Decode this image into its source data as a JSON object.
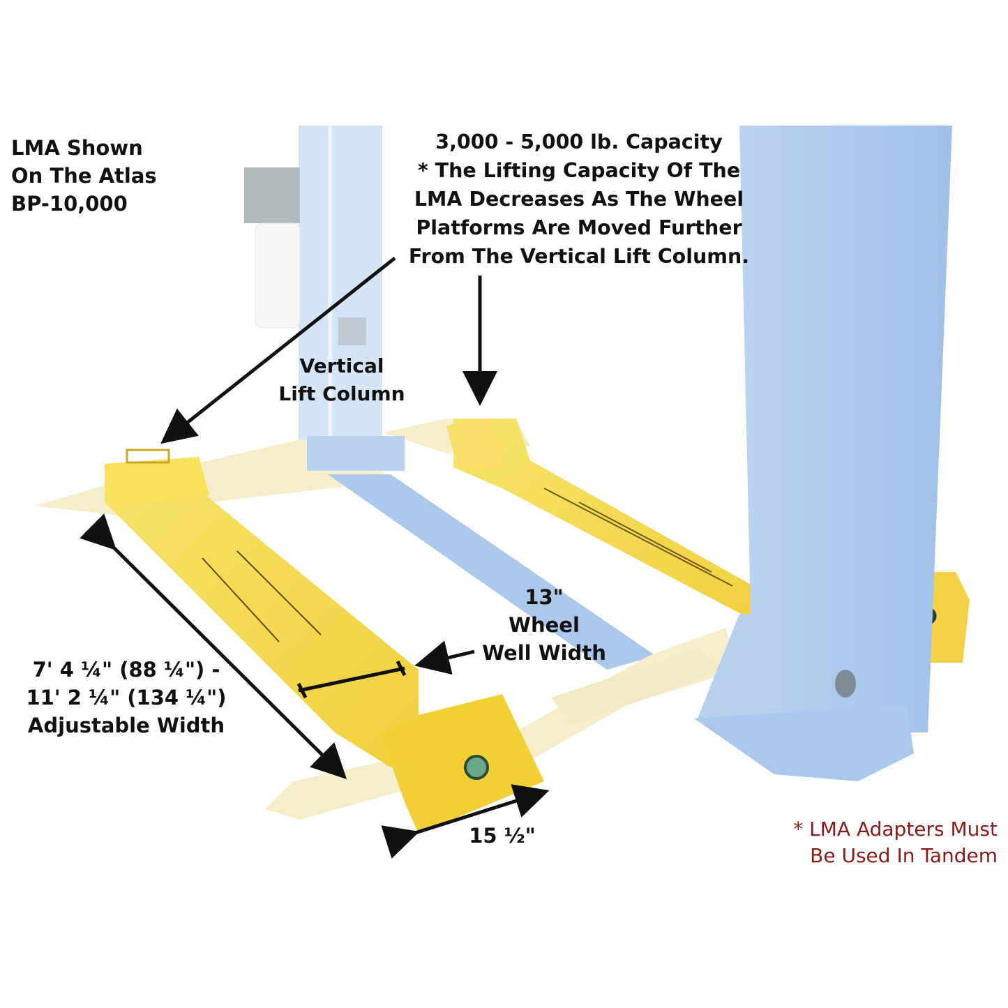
{
  "diagram": {
    "subject": "Two-post lift with LMA wheel platform adapters",
    "colors": {
      "column_blue": "#a9c8ec",
      "adapter_yellow": "#f5d84a",
      "arm_pale_yellow": "#f6eecb",
      "arrow_black": "#111111",
      "note_red": "#8a1a1a",
      "background": "#ffffff"
    }
  },
  "labels": {
    "shown_on": {
      "line1": "LMA Shown",
      "line2": "On The Atlas",
      "line3": "BP-10,000"
    },
    "capacity": {
      "line1": "3,000 - 5,000 lb. Capacity",
      "line2": "* The Lifting Capacity Of The",
      "line3": "LMA Decreases As The Wheel",
      "line4": "Platforms Are Moved Further",
      "line5": "From The Vertical Lift Column."
    },
    "vertical_column": {
      "line1": "Vertical",
      "line2": "Lift Column"
    },
    "wheel_well": {
      "line1": "13\"",
      "line2": "Wheel",
      "line3": "Well Width"
    },
    "adjustable_width": {
      "line1": "7' 4 ¼\" (88 ¼\")  -",
      "line2": "11' 2 ¼\" (134 ¼\")",
      "line3": "Adjustable Width"
    },
    "platform_width": "15 ½\"",
    "tandem_note": {
      "line1": "* LMA Adapters Must",
      "line2": "Be Used In Tandem"
    }
  }
}
